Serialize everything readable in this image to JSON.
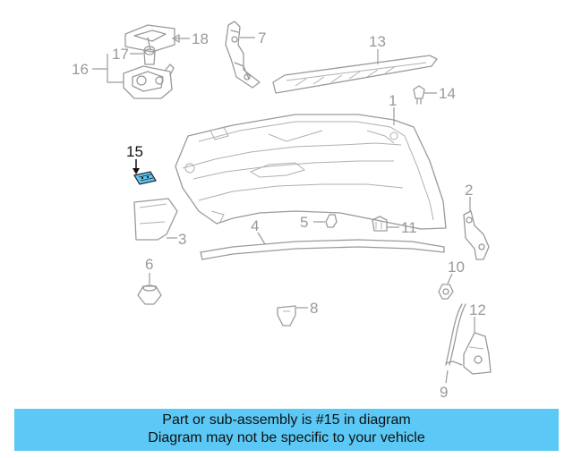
{
  "highlight_color": "#5bc8f5",
  "highlighted_part": "15",
  "callouts": [
    "1",
    "2",
    "3",
    "4",
    "5",
    "6",
    "7",
    "8",
    "9",
    "10",
    "11",
    "12",
    "13",
    "14",
    "15",
    "16",
    "17",
    "18"
  ],
  "banner": {
    "line1": "Part or sub-assembly is #15 in diagram",
    "line2": "Diagram may not be specific to your vehicle"
  }
}
